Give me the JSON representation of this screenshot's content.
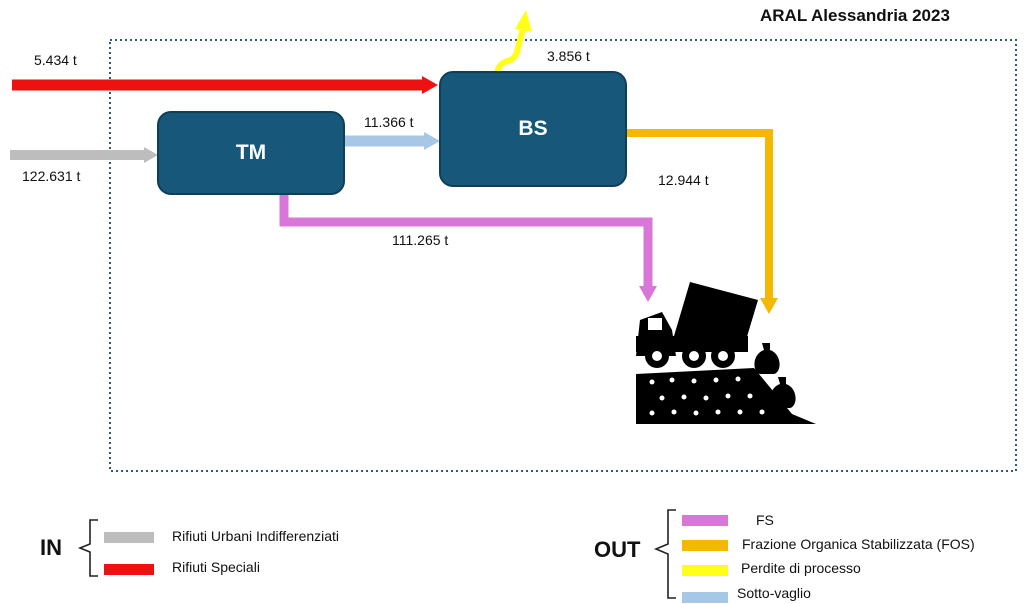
{
  "title": "ARAL Alessandria 2023",
  "nodes": {
    "tm": "TM",
    "bs": "BS"
  },
  "flows": {
    "rifiuti_speciali": "5.434 t",
    "rifiuti_urbani": "122.631 t",
    "sotto_vaglio": "11.366 t",
    "perdite": "3.856 t",
    "fos": "12.944 t",
    "fs": "111.265 t"
  },
  "legend": {
    "in_label": "IN",
    "out_label": "OUT",
    "in_items": [
      {
        "label": "Rifiuti Urbani Indifferenziati",
        "color": "#bdbdbd"
      },
      {
        "label": "Rifiuti Speciali",
        "color": "#ee1111"
      }
    ],
    "out_items": [
      {
        "label": "FS",
        "color": "#d977d9"
      },
      {
        "label": "Frazione Organica Stabilizzata (FOS)",
        "color": "#f5b800"
      },
      {
        "label": "Perdite di processo",
        "color": "#ffff1a"
      },
      {
        "label": "Sotto-vaglio",
        "color": "#a7c7e7"
      }
    ]
  },
  "colors": {
    "box_fill": "#17587a",
    "boundary": "#2a5c7a",
    "red": "#ee1111",
    "grey": "#bdbdbd",
    "lightblue": "#a7c7e7",
    "yellow": "#ffff1a",
    "orange": "#f5b800",
    "pink": "#d977d9"
  },
  "icons": [
    "landfill-truck-icon"
  ]
}
